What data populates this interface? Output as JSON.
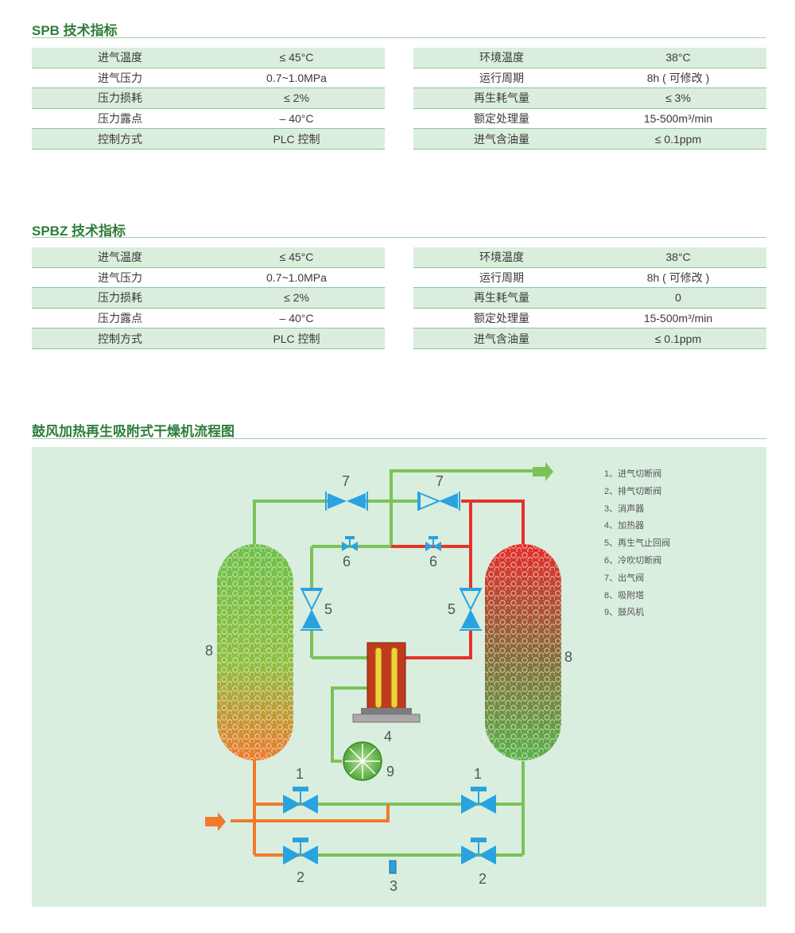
{
  "spb": {
    "title": "SPB 技术指标",
    "left": [
      {
        "k": "进气温度",
        "v": "≤ 45°C"
      },
      {
        "k": "进气压力",
        "v": "0.7~1.0MPa"
      },
      {
        "k": "压力损耗",
        "v": "≤ 2%"
      },
      {
        "k": "压力露点",
        "v": "– 40°C"
      },
      {
        "k": "控制方式",
        "v": "PLC 控制"
      }
    ],
    "right": [
      {
        "k": "环境温度",
        "v": "38°C"
      },
      {
        "k": "运行周期",
        "v": "8h ( 可修改 )"
      },
      {
        "k": "再生耗气量",
        "v": "≤ 3%"
      },
      {
        "k": "额定处理量",
        "v": "15-500m³/min"
      },
      {
        "k": "进气含油量",
        "v": "≤ 0.1ppm"
      }
    ]
  },
  "spbz": {
    "title": "SPBZ 技术指标",
    "left": [
      {
        "k": "进气温度",
        "v": "≤ 45°C"
      },
      {
        "k": "进气压力",
        "v": "0.7~1.0MPa"
      },
      {
        "k": "压力损耗",
        "v": "≤ 2%"
      },
      {
        "k": "压力露点",
        "v": "– 40°C"
      },
      {
        "k": "控制方式",
        "v": "PLC 控制"
      }
    ],
    "right": [
      {
        "k": "环境温度",
        "v": "38°C"
      },
      {
        "k": "运行周期",
        "v": "8h ( 可修改 )"
      },
      {
        "k": "再生耗气量",
        "v": "0"
      },
      {
        "k": "额定处理量",
        "v": "15-500m³/min"
      },
      {
        "k": "进气含油量",
        "v": "≤ 0.1ppm"
      }
    ]
  },
  "diagram": {
    "title": "鼓风加热再生吸附式干燥机流程图",
    "legend": [
      "1、进气切断阀",
      "2、排气切断阀",
      "3、消声器",
      "4、加热器",
      "5、再生气止回阀",
      "6、冷吹切断阀",
      "7、出气阀",
      "8、吸附塔",
      "9、鼓风机"
    ],
    "labels": {
      "n1": "1",
      "n2": "2",
      "n3": "3",
      "n4": "4",
      "n5": "5",
      "n6": "6",
      "n7": "7",
      "n8": "8",
      "n9": "9"
    }
  },
  "colors": {
    "green_pipe": "#7cc257",
    "red_pipe": "#e5342a",
    "orange_pipe": "#f07a2a",
    "valve_blue": "#29a3df",
    "title_green": "#2f7d3a"
  },
  "icons": [
    "inlet-arrow-icon",
    "outlet-arrow-icon",
    "valve-icon",
    "heater-icon",
    "blower-icon",
    "muffler-icon",
    "adsorption-tower-icon"
  ]
}
